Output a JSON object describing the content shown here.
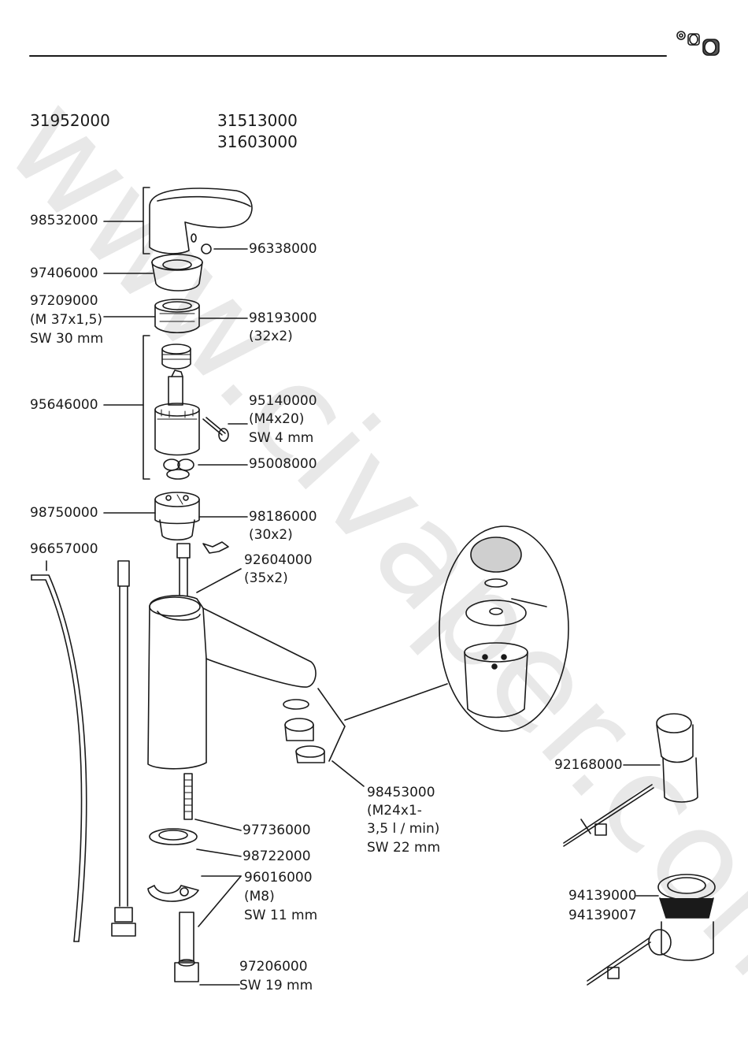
{
  "header": {
    "model_left": "31952000",
    "model_right_1": "31513000",
    "model_right_2": "31603000"
  },
  "watermark": "www.civaper.com",
  "parts": {
    "p98532000": "98532000",
    "p96338000": "96338000",
    "p97406000": "97406000",
    "p97209000": [
      "97209000",
      "(M 37x1,5)",
      "SW 30 mm"
    ],
    "p98193000": [
      "98193000",
      "(32x2)"
    ],
    "p95646000": "95646000",
    "p95140000": [
      "95140000",
      "(M4x20)",
      "SW 4 mm"
    ],
    "p95008000": "95008000",
    "p98750000": "98750000",
    "p98186000": [
      "98186000",
      "(30x2)"
    ],
    "p96657000": "96657000",
    "p92604000": [
      "92604000",
      "(35x2)"
    ],
    "p98453000": [
      "98453000",
      "(M24x1-",
      "3,5 l / min)",
      "SW 22 mm"
    ],
    "p92168000": "92168000",
    "p97736000": "97736000",
    "p98722000": "98722000",
    "p96016000": [
      "96016000",
      "(M8)",
      "SW 11 mm"
    ],
    "p94139000": [
      "94139000",
      "94139007"
    ],
    "p97206000": [
      "97206000",
      "SW 19 mm"
    ]
  },
  "colors": {
    "ink": "#1a1a1a",
    "watermark": "#e6e6e6",
    "accent_gray": "#cfcfcf"
  }
}
